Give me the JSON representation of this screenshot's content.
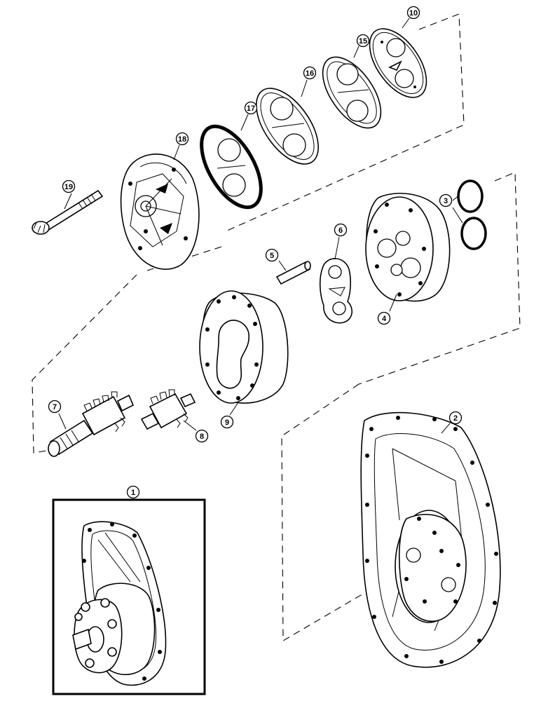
{
  "callouts": [
    {
      "id": "c1",
      "label": "1"
    },
    {
      "id": "c2",
      "label": "2"
    },
    {
      "id": "c3",
      "label": "3"
    },
    {
      "id": "c4",
      "label": "4"
    },
    {
      "id": "c5",
      "label": "5"
    },
    {
      "id": "c6",
      "label": "6"
    },
    {
      "id": "c7",
      "label": "7"
    },
    {
      "id": "c8",
      "label": "8"
    },
    {
      "id": "c9",
      "label": "9"
    },
    {
      "id": "c10",
      "label": "10"
    },
    {
      "id": "c15",
      "label": "15"
    },
    {
      "id": "c16",
      "label": "16"
    },
    {
      "id": "c17",
      "label": "17"
    },
    {
      "id": "c18",
      "label": "18"
    },
    {
      "id": "c19",
      "label": "19"
    }
  ],
  "colors": {
    "ink": "#000000",
    "paper": "#ffffff"
  }
}
